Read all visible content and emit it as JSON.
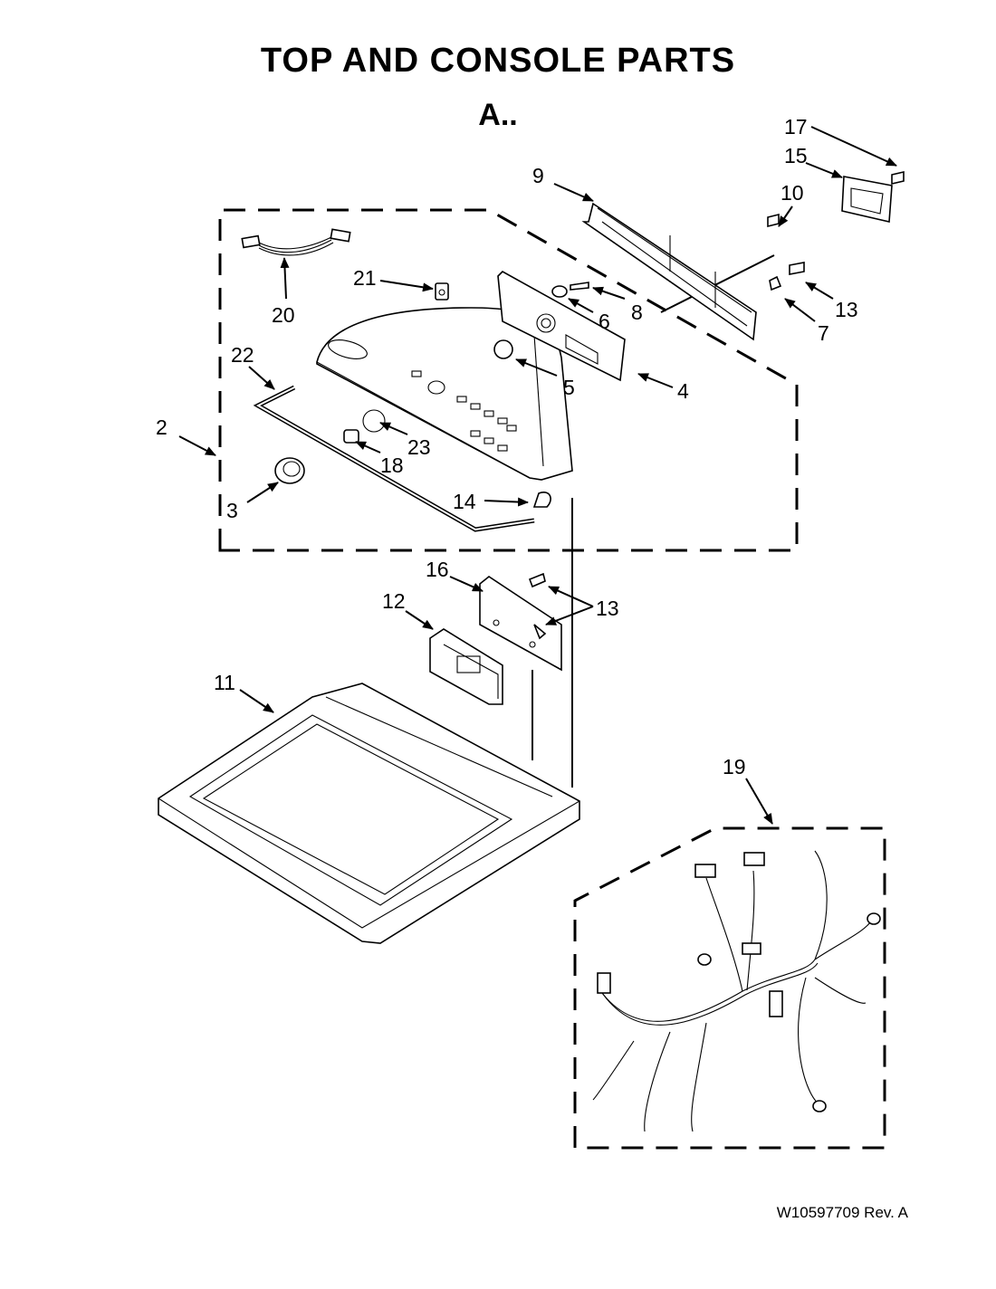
{
  "title": "TOP AND CONSOLE PARTS",
  "subtitle": "A..",
  "doc_number": "W10597709  Rev.  A",
  "callouts": [
    "2",
    "3",
    "4",
    "5",
    "6",
    "7",
    "8",
    "9",
    "10",
    "11",
    "12",
    "13",
    "13",
    "13",
    "14",
    "15",
    "16",
    "17",
    "18",
    "19",
    "20",
    "21",
    "22",
    "23"
  ]
}
